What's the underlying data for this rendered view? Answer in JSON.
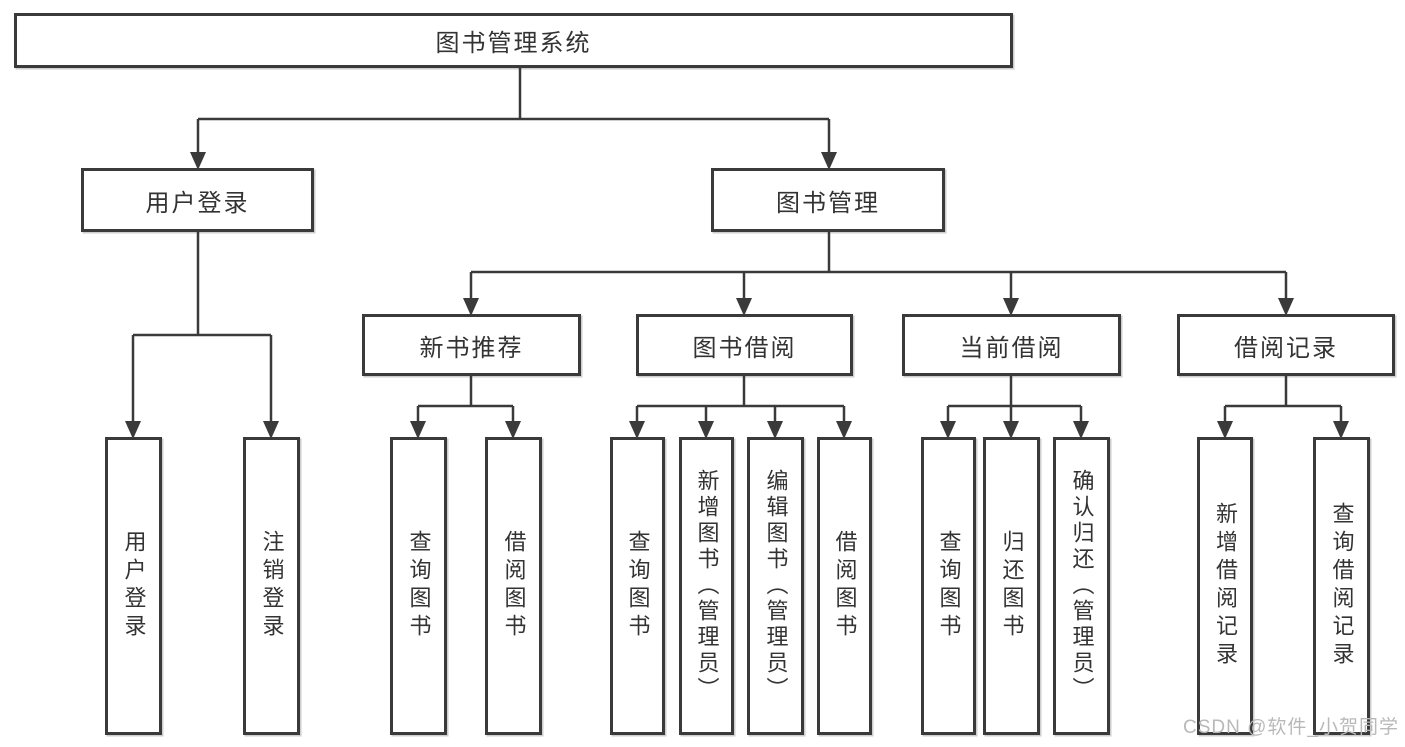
{
  "diagram_title": "图书管理系统",
  "tree": {
    "label": "图书管理系统",
    "children": [
      {
        "label": "用户登录",
        "children": [
          {
            "label": "用户登录"
          },
          {
            "label": "注销登录"
          }
        ]
      },
      {
        "label": "图书管理",
        "children": [
          {
            "label": "新书推荐",
            "children": [
              {
                "label": "查询图书"
              },
              {
                "label": "借阅图书"
              }
            ]
          },
          {
            "label": "图书借阅",
            "children": [
              {
                "label": "查询图书"
              },
              {
                "label": "新增图书（管理员）"
              },
              {
                "label": "编辑图书（管理员）"
              },
              {
                "label": "借阅图书"
              }
            ]
          },
          {
            "label": "当前借阅",
            "children": [
              {
                "label": "查询图书"
              },
              {
                "label": "归还图书"
              },
              {
                "label": "确认归还（管理员）"
              }
            ]
          },
          {
            "label": "借阅记录",
            "children": [
              {
                "label": "新增借阅记录"
              },
              {
                "label": "查询借阅记录"
              }
            ]
          }
        ]
      }
    ]
  },
  "watermark": {
    "text": "CSDN @软件_小贺同学"
  },
  "colors": {
    "line": "#3a3a3a",
    "text": "#333333",
    "background": "#ffffff",
    "watermark_gray": "#b9b9b9"
  }
}
